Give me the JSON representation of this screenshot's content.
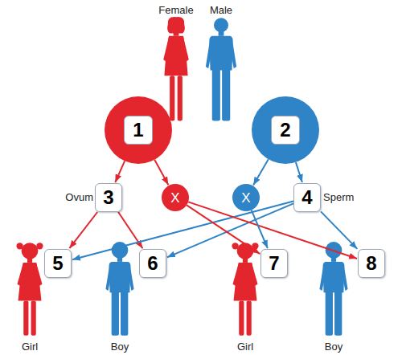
{
  "diagram": {
    "nodes": [
      {
        "text": [
          "1"
        ]
      },
      {
        "text": [
          "2"
        ]
      },
      {
        "text": [
          "3"
        ]
      },
      {
        "text": [
          "X"
        ]
      },
      {
        "text": [
          "X"
        ]
      },
      {
        "text": [
          "4"
        ]
      },
      {
        "text": [
          "5"
        ]
      },
      {
        "text": [
          "6"
        ]
      },
      {
        "text": [
          "7"
        ]
      },
      {
        "text": [
          "8"
        ]
      }
    ],
    "edges": [
      {
        "from": 0,
        "to": 2,
        "arrow": "to"
      },
      {
        "from": 0,
        "to": 3,
        "arrow": "to"
      },
      {
        "from": 1,
        "to": 4,
        "arrow": "to"
      },
      {
        "from": 1,
        "to": 5,
        "arrow": "to"
      },
      {
        "from": 2,
        "to": 6,
        "arrow": "to"
      },
      {
        "from": 2,
        "to": 7,
        "arrow": "to"
      },
      {
        "from": 5,
        "to": 6,
        "arrow": "to"
      },
      {
        "from": 5,
        "to": 7,
        "arrow": "to"
      },
      {
        "from": 3,
        "to": 8,
        "arrow": "to"
      },
      {
        "from": 3,
        "to": 9,
        "arrow": "to"
      },
      {
        "from": 4,
        "to": 8,
        "arrow": "to"
      },
      {
        "from": 5,
        "to": 9,
        "arrow": "to"
      }
    ],
    "labels": [
      "Female",
      "Male",
      "Ovum",
      "Sperm",
      "Girl",
      "Boy",
      "Girl",
      "Boy"
    ]
  }
}
